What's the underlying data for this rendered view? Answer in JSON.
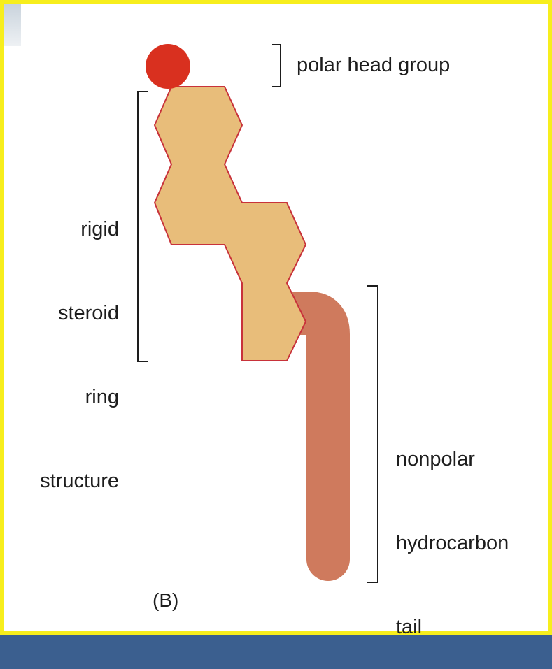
{
  "labels": {
    "polar_head": "polar head group",
    "ring_line1": "rigid",
    "ring_line2": "steroid",
    "ring_line3": "ring",
    "ring_line4": "structure",
    "tail_line1": "nonpolar",
    "tail_line2": "hydrocarbon",
    "tail_line3": "tail",
    "figure": "(B)"
  },
  "colors": {
    "frame_border": "#f7ee1d",
    "polar_head": "#d9301f",
    "steroid_fill": "#e8bd7a",
    "steroid_outline": "#c8323a",
    "tail": "#cf7a5d",
    "bracket": "#1d1d1d"
  }
}
